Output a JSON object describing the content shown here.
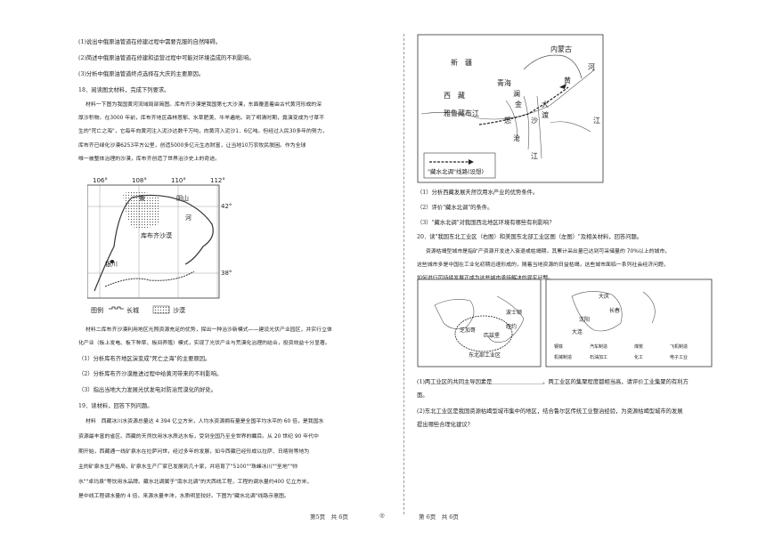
{
  "left": {
    "q17": [
      "(1)说出中俄原油管道在修建过程中需要克服的自然障碍。",
      "(2)简述中俄原油管道在修建和运营过程中可能对环境造成的不利影响。",
      "(3)分析中俄原油管道终点选择在大庆的主要原因。"
    ],
    "q18_title": "18．阅读图文材料，完成下列要求。",
    "q18_m1": [
      "材料一下图为我国黄河流域局部简图。库布齐沙漠是我国第七大沙漠，东面覆盖着由古代黄河形成的深",
      "厚沙积物。在3000 年前，库布齐地区森林葱郁、水草肥美、牛羊遍地。到了明清时期，竟演变成为寸草不",
      "生的\"死亡之海\"，它每年向黄河注入泥沙达数千万吨，向黄河入泥沙1．6亿吨。但经过人民30多年的努力，",
      "库布齐已绿化沙漠6253平方公里，创造5000多亿元生态财富，让当地10万农牧民脱困。作为全球",
      "唯一被整体治理的沙漠，库布齐创造了世界治沙史上的奇迹。"
    ],
    "map1": {
      "lon": [
        "106°",
        "108°",
        "110°",
        "112°"
      ],
      "lat": [
        "42°",
        "38°"
      ],
      "labels": {
        "yinshan": "阴山",
        "huang": "黄",
        "he": "河",
        "desert": "库布齐沙漠",
        "yinchuan": "银川"
      },
      "legend_title": "图例",
      "legend_wall": "长城",
      "legend_sand": "沙漠"
    },
    "q18_m2": [
      "材料二库布齐沙漠利用地区光照资源充足的优势，探出一种治沙新模式——建设光伏产业园区，并实行立体",
      "化产业（板上发电、板下种草、板间养殖）模式，实现了光伏产业与荒漠化治理的结合，投资效益十分显著。"
    ],
    "q18_qs": [
      "（1）分析库布齐地区演变成\"死亡之海\"的主要原因。",
      "（2）分析库布齐沙漠推进过程中给黄河带来的不利影响。",
      "（3）指出当地大力发展光伏发电对防治荒漠化的好处。"
    ],
    "q19_title": "19．读材料，回答下列问题。",
    "q19_m": [
      "材料　西藏冰川水资源总量达 4 394 亿立方米，人均水资源拥有量是全国平均水平的 60 倍，是我国水",
      "资源最丰富的省区。西藏的天然饮用水水质达水标，受到全国乃至全世界的瞩目。从 20 世纪 90 年代中",
      "期开始，西藏通一线矿泉水在拉萨问世，经过多年的发展，如今西藏已经形成以拉萨、日喀则等地为",
      "主的矿泉水生产格局，矿泉水生产厂家已发展到几十家，并培育了\"5100\"\"珠峰冰川\"\"圣地\"\"帅",
      "水\"\"卓玛泉\"等饮用水品牌。藏水北调属于\"南水北调\"的大西线工程，工程的调水量约400 亿立方米，",
      "是中线工程调水量的 4 倍，来源水量丰沛，水质明显较好。下图为\"藏水北调\"线路示意图。"
    ]
  },
  "right": {
    "map2": {
      "labels": {
        "xinjiang": "新　疆",
        "neimenggu": "内蒙古",
        "qinghai": "青海",
        "xizang": "西　藏",
        "yaluzangbu": "雅鲁藏布江",
        "lan": "澜",
        "nu": "怒",
        "jin": "金",
        "cang": "沧",
        "sha": "沙",
        "huang": "黄",
        "he": "河",
        "jiang": "江",
        "du": "大",
        "du2": "渡",
        "jiang3": "江"
      },
      "legend": "\"藏水北调\"线路(设想)"
    },
    "q19_qs": [
      "（1）分析西藏发展天然饮用水产业的优势条件。",
      "（2）评价\"藏水北调\"的条件。",
      "（3）\"藏水北调\"对我国西北地区环境有哪些有利影响？"
    ],
    "q20_title": "20．读\"我国东北工业区（右图）和美国东北部工业区图（左图）\"及相关材料，回答问题。",
    "q20_m": [
      "资源枯竭型城市是指矿产资源开发进入衰退或枯竭期，其累计采出量已达到可采储量的 70%以上的城市，",
      "这些城市多是中国在工业化初期迅速形成的，随着当地资源的日益枯竭，这些城市面临一系列社会经济问题，",
      "如何进行可持续发展正成为这些城市亟待解决的现实问题。"
    ],
    "map3": {
      "labels": {
        "us": "东北部工业区",
        "chicago": "芝加哥",
        "pittsburgh": "匹兹堡",
        "boston": "波士顿",
        "newyork": "纽约"
      }
    },
    "map4": {
      "labels": {
        "daqing": "大庆",
        "changchun": "长春",
        "shenyang": "沈阳",
        "dalian": "大连"
      },
      "legend": [
        "钢铁",
        "汽车制造",
        "煤炭",
        "飞机制造",
        "机械制造",
        "石油加工",
        "化工",
        "电子工业"
      ]
    },
    "q20_qs": [
      "(1)两工业区的共同主导因素是＿＿＿＿＿＿＿＿＿。两工业区的集聚程度都相当高，请评价工业集聚的有利方",
      "面。",
      "(2)东北工业区是我国资源枯竭型城市集中的地区，结合鲁尔区传统工业整治经验，为资源枯竭型城市的发展",
      "提出哪些合理化建议？"
    ]
  },
  "footer": {
    "left": "第5页　共 6页",
    "mid": "◎",
    "right": "第 6页　共 6页"
  }
}
